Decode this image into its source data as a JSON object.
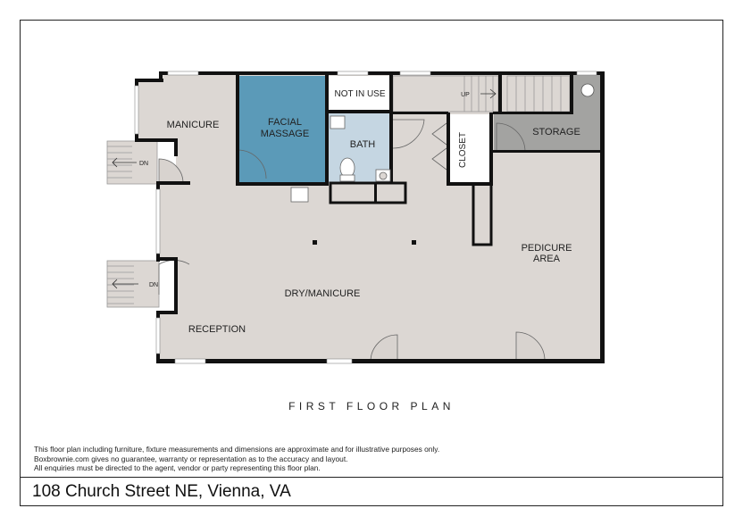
{
  "plan": {
    "title": "FIRST FLOOR PLAN",
    "rooms": {
      "manicure": "MANICURE",
      "facial_line1": "FACIAL",
      "facial_line2": "MASSAGE",
      "not_in_use": "NOT IN USE",
      "bath": "BATH",
      "closet": "CLOSET",
      "storage": "STORAGE",
      "pedicure_line1": "PEDICURE",
      "pedicure_line2": "AREA",
      "dry_manicure": "DRY/MANICURE",
      "reception": "RECEPTION"
    },
    "stairs": {
      "up": "UP",
      "down_upper": "DN",
      "down_lower": "DN"
    }
  },
  "disclaimer": {
    "line1": "This floor plan including furniture, fixture measurements and dimensions are approximate and for illustrative purposes only.",
    "line2": "Boxbrownie.com gives no guarantee, warranty or representation as to the accuracy and layout.",
    "line3": "All enquiries must be directed to the agent, vendor or party representing this floor plan."
  },
  "address": "108 Church Street NE, Vienna, VA",
  "colors": {
    "floor": "#dcd7d3",
    "facial_room": "#5b9ab8",
    "bath_room": "#c5d6e2",
    "storage_room": "#a3a3a1",
    "wall": "#111111"
  }
}
